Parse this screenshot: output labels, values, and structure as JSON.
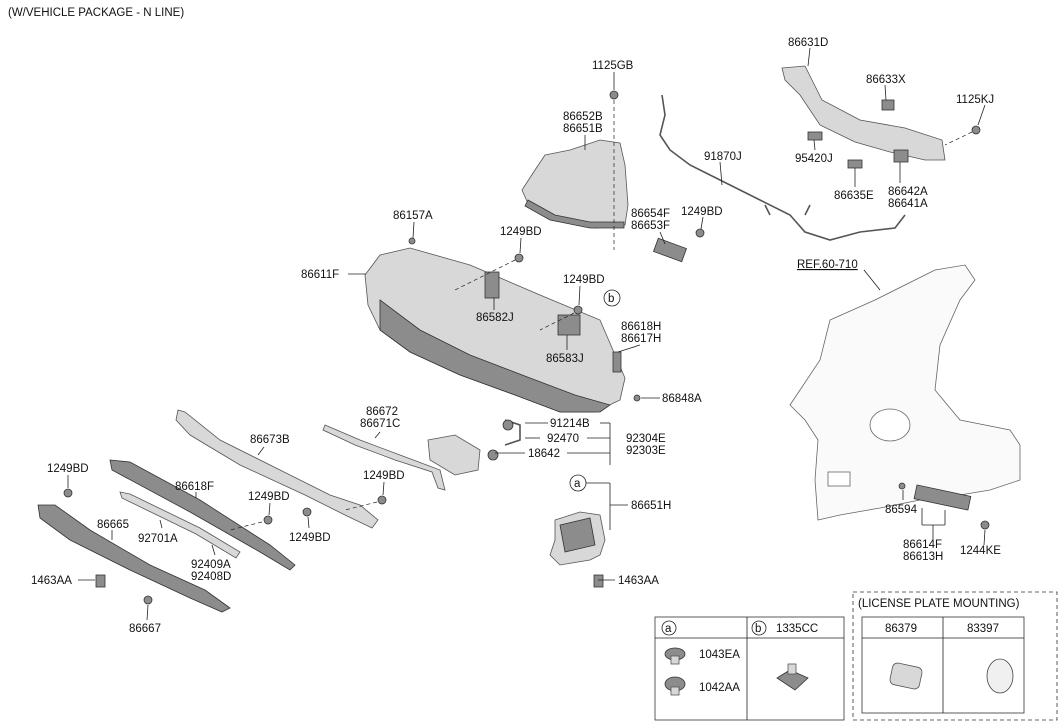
{
  "header": {
    "title": "(W/VEHICLE PACKAGE - N LINE)"
  },
  "labels": {
    "p1125GB": "1125GB",
    "p86652B": "86652B",
    "p86651B": "86651B",
    "p86631D": "86631D",
    "p86633X": "86633X",
    "p1125KJ": "1125KJ",
    "p91870J": "91870J",
    "p95420J": "95420J",
    "p86635E": "86635E",
    "p86642A": "86642A",
    "p86641A": "86641A",
    "p86157A": "86157A",
    "p1249BD_a": "1249BD",
    "p86654F": "86654F",
    "p86653F": "86653F",
    "p1249BD_b": "1249BD",
    "p86611F": "86611F",
    "p1249BD_c": "1249BD",
    "p86582J": "86582J",
    "p86583J": "86583J",
    "p86618H": "86618H",
    "p86617H": "86617H",
    "p86848A": "86848A",
    "pREF": "REF.60-710",
    "p86672": "86672",
    "p86671C": "86671C",
    "p86673B": "86673B",
    "p91214B": "91214B",
    "p92470": "92470",
    "p92304E": "92304E",
    "p92303E": "92303E",
    "p18642": "18642",
    "p1249BD_d": "1249BD",
    "p1249BD_e": "1249BD",
    "p86618F": "86618F",
    "p1249BD_f": "1249BD",
    "p1249BD_g": "1249BD",
    "p86665": "86665",
    "p92701A": "92701A",
    "p92409A": "92409A",
    "p92408D": "92408D",
    "p1463AA_a": "1463AA",
    "p86667": "86667",
    "p86651H": "86651H",
    "p1463AA_b": "1463AA",
    "p86594": "86594",
    "p86614F": "86614F",
    "p86613H": "86613H",
    "p1244KE": "1244KE"
  },
  "callouts": {
    "a": "a",
    "b": "b"
  },
  "legend": {
    "a_parts": [
      "1043EA",
      "1042AA"
    ],
    "b_part": "1335CC"
  },
  "license_plate": {
    "title": "(LICENSE PLATE MOUNTING)",
    "parts": [
      "86379",
      "83397"
    ]
  }
}
